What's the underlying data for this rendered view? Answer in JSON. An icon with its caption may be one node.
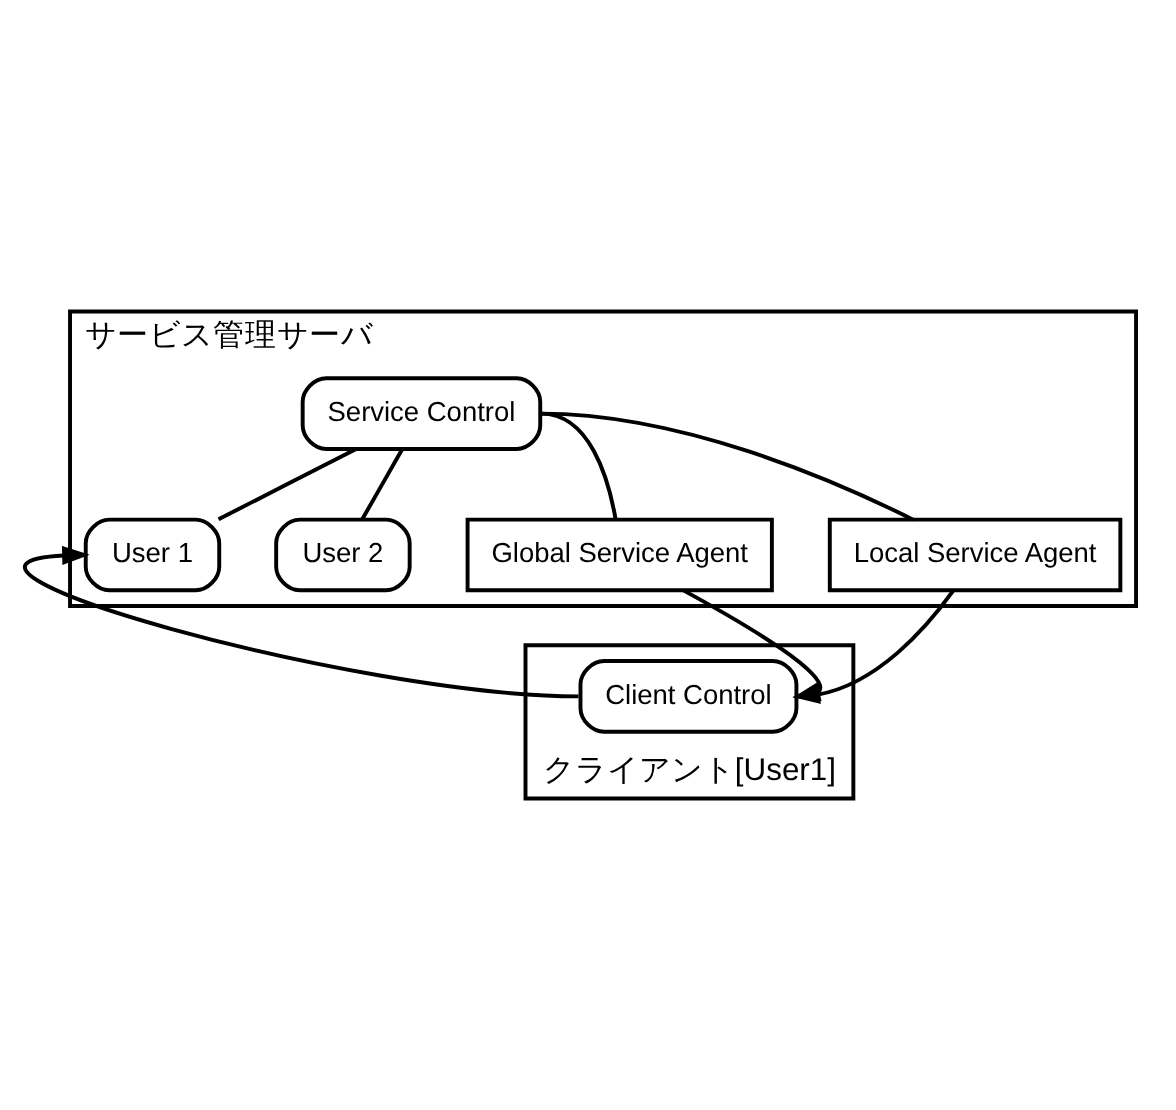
{
  "diagram": {
    "nodes": [
      {
        "text": [
          "サービス管理サーバ"
        ]
      },
      {
        "text": [
          "Service Control"
        ],
        "in": 0
      },
      {
        "text": [
          "Global Service Agent"
        ],
        "in": 0
      },
      {
        "text": [
          "Local Service Agent"
        ],
        "in": 0
      },
      {
        "text": [
          "User 1"
        ],
        "in": 0
      },
      {
        "text": [
          "User 2"
        ],
        "in": 0
      },
      {
        "text": [
          "クライアント[User1]"
        ]
      },
      {
        "text": [
          "Client Control"
        ],
        "in": 6
      }
    ],
    "edges": [
      {
        "from": 1,
        "to": 2,
        "arrow": "none"
      },
      {
        "from": 1,
        "to": 3,
        "arrow": "none"
      },
      {
        "from": 1,
        "to": 4,
        "arrow": "none"
      },
      {
        "from": 1,
        "to": 5,
        "arrow": "none"
      },
      {
        "from": 2,
        "to": 7,
        "arrow": "to"
      },
      {
        "from": 3,
        "to": 7,
        "arrow": "to"
      },
      {
        "from": 7,
        "to": 4,
        "arrow": "to"
      }
    ]
  }
}
